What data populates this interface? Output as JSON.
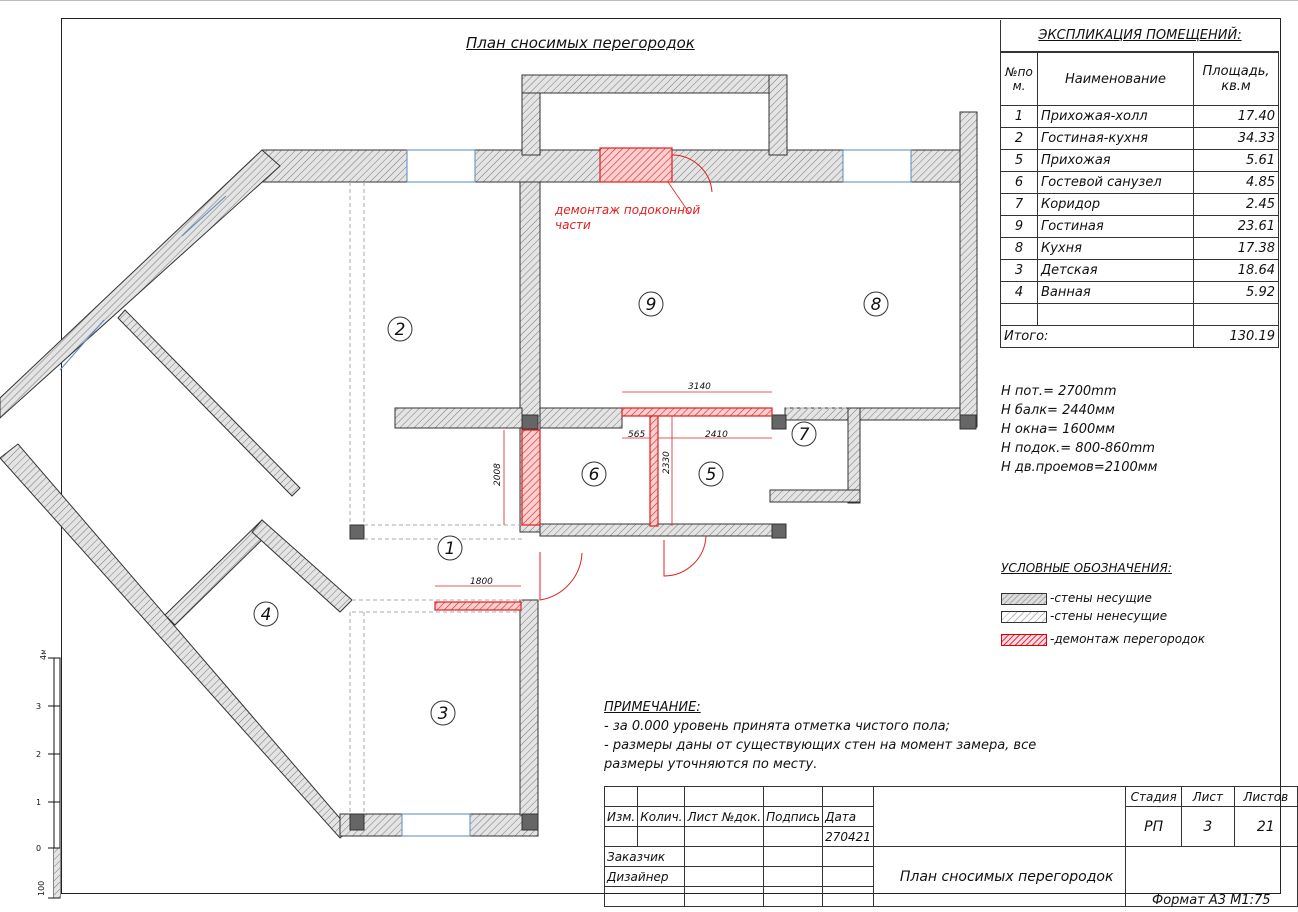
{
  "title": "План сносимых перегородок",
  "explication": {
    "title": "ЭКСПЛИКАЦИЯ ПОМЕЩЕНИЙ:",
    "headers": [
      "№по м.",
      "Наименование",
      "Площадь, кв.м"
    ],
    "rows": [
      {
        "no": "1",
        "name": "Прихожая-холл",
        "area": "17.40"
      },
      {
        "no": "2",
        "name": "Гостиная-кухня",
        "area": "34.33"
      },
      {
        "no": "5",
        "name": "Прихожая",
        "area": "5.61"
      },
      {
        "no": "6",
        "name": "Гостевой санузел",
        "area": "4.85"
      },
      {
        "no": "7",
        "name": "Коридор",
        "area": "2.45"
      },
      {
        "no": "9",
        "name": "Гостиная",
        "area": "23.61"
      },
      {
        "no": "8",
        "name": "Кухня",
        "area": "17.38"
      },
      {
        "no": "3",
        "name": "Детская",
        "area": "18.64"
      },
      {
        "no": "4",
        "name": "Ванная",
        "area": "5.92"
      }
    ],
    "total_label": "Итого:",
    "total_value": "130.19"
  },
  "params": [
    "H пот.= 2700mm",
    "H балк= 2440мм",
    "H окна= 1600мм",
    "H подок.= 800-860mm",
    "H дв.проемов=2100мм"
  ],
  "legend": {
    "title": "УСЛОВНЫЕ ОБОЗНАЧЕНИЯ:",
    "items": [
      "-стены несущие",
      "-стены ненесущие",
      "-демонтаж перегородок"
    ]
  },
  "note": {
    "heading": "ПРИМЕЧАНИЕ:",
    "lines": [
      "- за 0.000 уровень принята отметка чистого пола;",
      "- размеры даны от существующих стен на момент замера, все",
      "размеры уточняются по месту."
    ]
  },
  "plan": {
    "annotation": [
      "демонтаж подоконной",
      "части"
    ],
    "rooms": [
      "1",
      "2",
      "3",
      "4",
      "5",
      "6",
      "7",
      "8",
      "9"
    ],
    "dims": [
      "3140",
      "565",
      "2410",
      "2008",
      "2330",
      "1800"
    ],
    "colors": {
      "demolition": "#e02020",
      "wall": "#333333"
    }
  },
  "scale": {
    "labels": [
      "4м",
      "3",
      "2",
      "1",
      "0",
      "100"
    ]
  },
  "stamp": {
    "stage_h": "Стадия",
    "sheet_h": "Лист",
    "sheets_h": "Листов",
    "stage": "РП",
    "sheet": "3",
    "sheets": "21",
    "cols": [
      "Изм.",
      "Колич.",
      "Лист",
      "№док.",
      "Подпись",
      "Дата"
    ],
    "date": "270421",
    "customer": "Заказчик",
    "designer": "Дизайнер",
    "name": "План сносимых перегородок"
  },
  "format": "Формат А3 М1:75"
}
